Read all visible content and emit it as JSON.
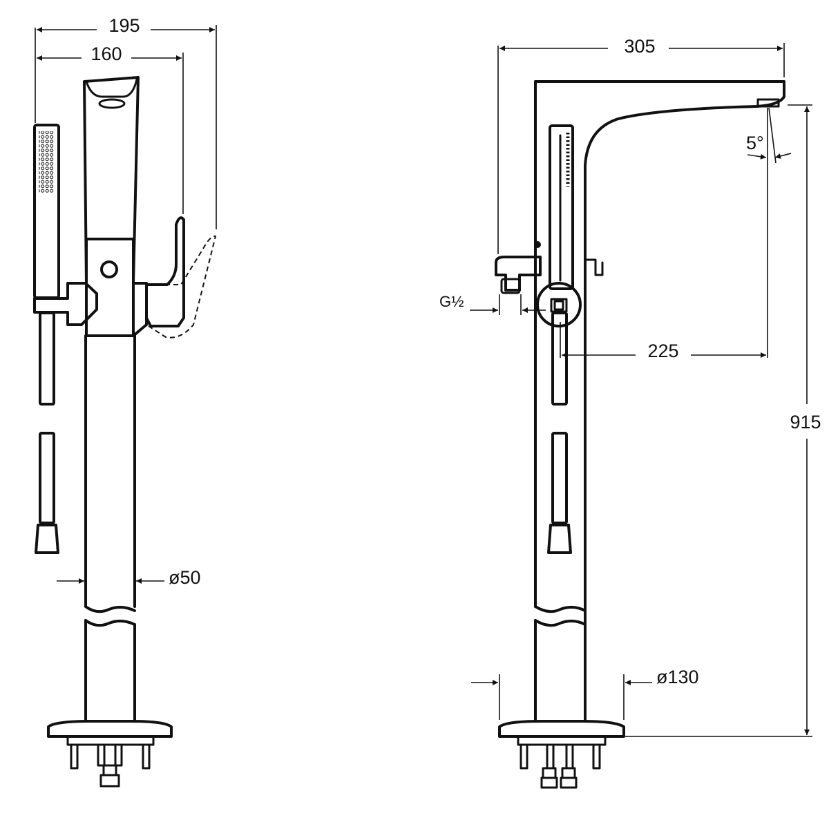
{
  "diagram": {
    "side_view": {
      "width_overall": "195",
      "width_body": "160",
      "column_diameter": "ø50"
    },
    "front_view": {
      "spout_length": "305",
      "spout_angle": "5°",
      "connection": "G½",
      "outlet_offset": "225",
      "height": "915",
      "base_diameter": "ø130"
    }
  }
}
